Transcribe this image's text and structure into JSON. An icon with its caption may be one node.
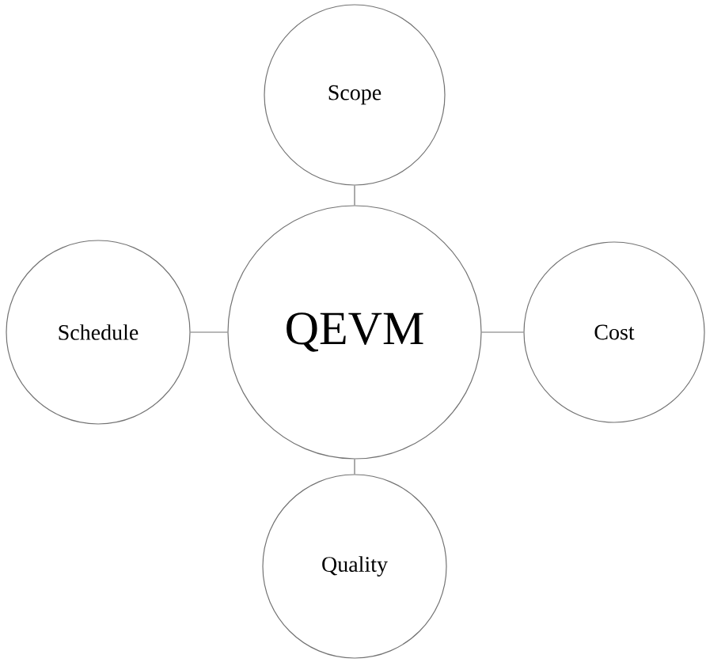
{
  "diagram": {
    "nodes": [
      {
        "text": [
          "Scope"
        ]
      },
      {
        "text": [
          "Schedule"
        ]
      },
      {
        "text": [
          "QEVM"
        ]
      },
      {
        "text": [
          "Cost"
        ]
      },
      {
        "text": [
          "Quality"
        ]
      }
    ],
    "edges": [
      {
        "from": 0,
        "to": 2,
        "arrow": "none"
      },
      {
        "from": 1,
        "to": 2,
        "arrow": "none"
      },
      {
        "from": 2,
        "to": 3,
        "arrow": "none"
      },
      {
        "from": 2,
        "to": 4,
        "arrow": "none"
      }
    ]
  }
}
